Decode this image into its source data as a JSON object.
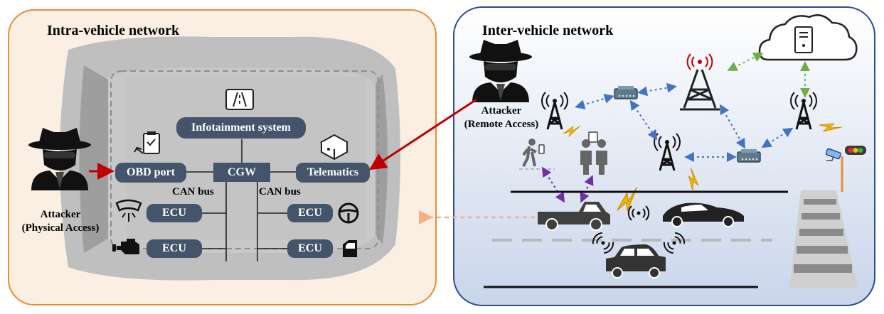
{
  "colors": {
    "intra_bg": "#fbefe4",
    "intra_border": "#ed8a35",
    "inter_bg_top": "#ffffff",
    "inter_bg_bottom": "#cbd7ec",
    "inter_border": "#2c4d8f",
    "car_body": "#bdbdbd",
    "box_fill": "#44546a",
    "attack_arrow": "#c00000",
    "remote_link": "#4472c4",
    "cloud_link": "#70ad47",
    "v2x_link": "#7030a0",
    "lightning": "#f5b700",
    "dashed_link": "#f4b183"
  },
  "intra": {
    "title": "Intra-vehicle network",
    "infotainment": "Infotainment system",
    "obd": "OBD port",
    "cgw": "CGW",
    "telematics": "Telematics",
    "can_bus_left": "CAN bus",
    "can_bus_right": "CAN bus",
    "ecu_1": "ECU",
    "ecu_2": "ECU",
    "ecu_3": "ECU",
    "ecu_4": "ECU",
    "attacker_line1": "Attacker",
    "attacker_line2": "(Physical Access)"
  },
  "inter": {
    "title": "Inter-vehicle network",
    "attacker_line1": "Attacker",
    "attacker_line2": "(Remote Access)"
  },
  "icons": [
    "attacker-icon",
    "infotainment-screen-icon",
    "diagnostic-tool-icon",
    "telematics-box-icon",
    "wiper-icon",
    "engine-icon",
    "steering-wheel-icon",
    "door-icon",
    "cloud-server-icon",
    "cell-tower-icon",
    "roadside-unit-icon",
    "pedestrian-icon",
    "pickup-truck-icon",
    "sports-car-icon",
    "sedan-icon",
    "traffic-light-icon",
    "camera-icon",
    "crosswalk-icon",
    "wireless-signal-icon",
    "lightning-icon"
  ]
}
